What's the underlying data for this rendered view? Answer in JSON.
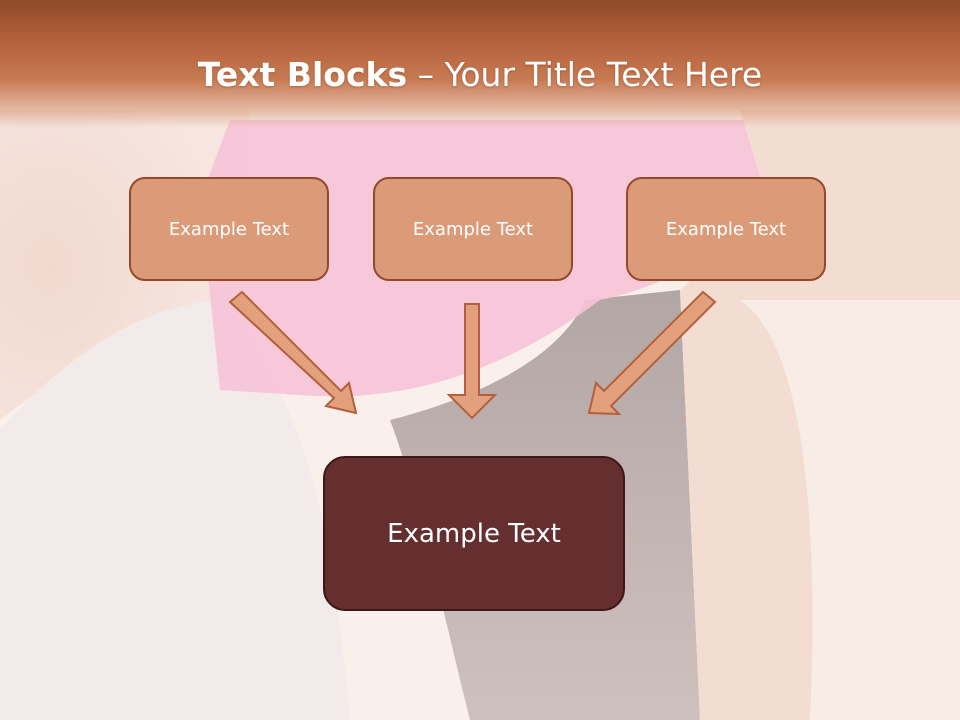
{
  "title": {
    "bold": "Text Blocks",
    "dash": " – ",
    "rest": "Your Title Text Here"
  },
  "blocks": [
    {
      "label": "Example Text"
    },
    {
      "label": "Example Text"
    },
    {
      "label": "Example Text"
    }
  ],
  "main_block": {
    "label": "Example Text"
  },
  "colors": {
    "header": "#b6633d",
    "block_fill": "#dc9b78",
    "block_border": "#96482a",
    "main_fill": "#652f30",
    "arrow_fill": "#e3a07c"
  }
}
